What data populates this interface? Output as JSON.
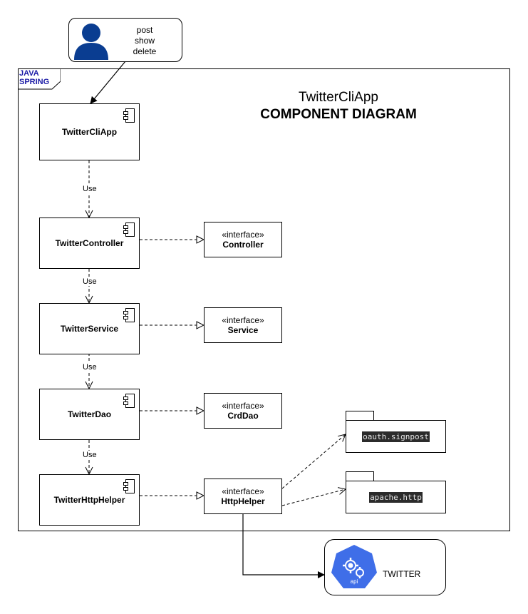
{
  "actor": {
    "actions": [
      "post",
      "show",
      "delete"
    ]
  },
  "frame": {
    "label_line1": "JAVA",
    "label_line2": "SPRING"
  },
  "title": {
    "line1": "TwitterCliApp",
    "line2": "COMPONENT DIAGRAM"
  },
  "components": {
    "app": "TwitterCliApp",
    "controller": "TwitterController",
    "service": "TwitterService",
    "dao": "TwitterDao",
    "http_helper": "TwitterHttpHelper"
  },
  "interfaces": {
    "stereotype": "«interface»",
    "controller": "Controller",
    "service": "Service",
    "dao": "CrdDao",
    "http_helper": "HttpHelper"
  },
  "dependencies": {
    "use_label": "Use"
  },
  "packages": {
    "signpost": "oauth.signpost",
    "http": "apache.http"
  },
  "external": {
    "name": "TWITTER",
    "icon_label": "api"
  },
  "colors": {
    "actor": "#0a3d91",
    "frame_label": "#1a1aa6",
    "api_icon": "#3f6ee8",
    "code_bg": "#2b2b2b"
  }
}
